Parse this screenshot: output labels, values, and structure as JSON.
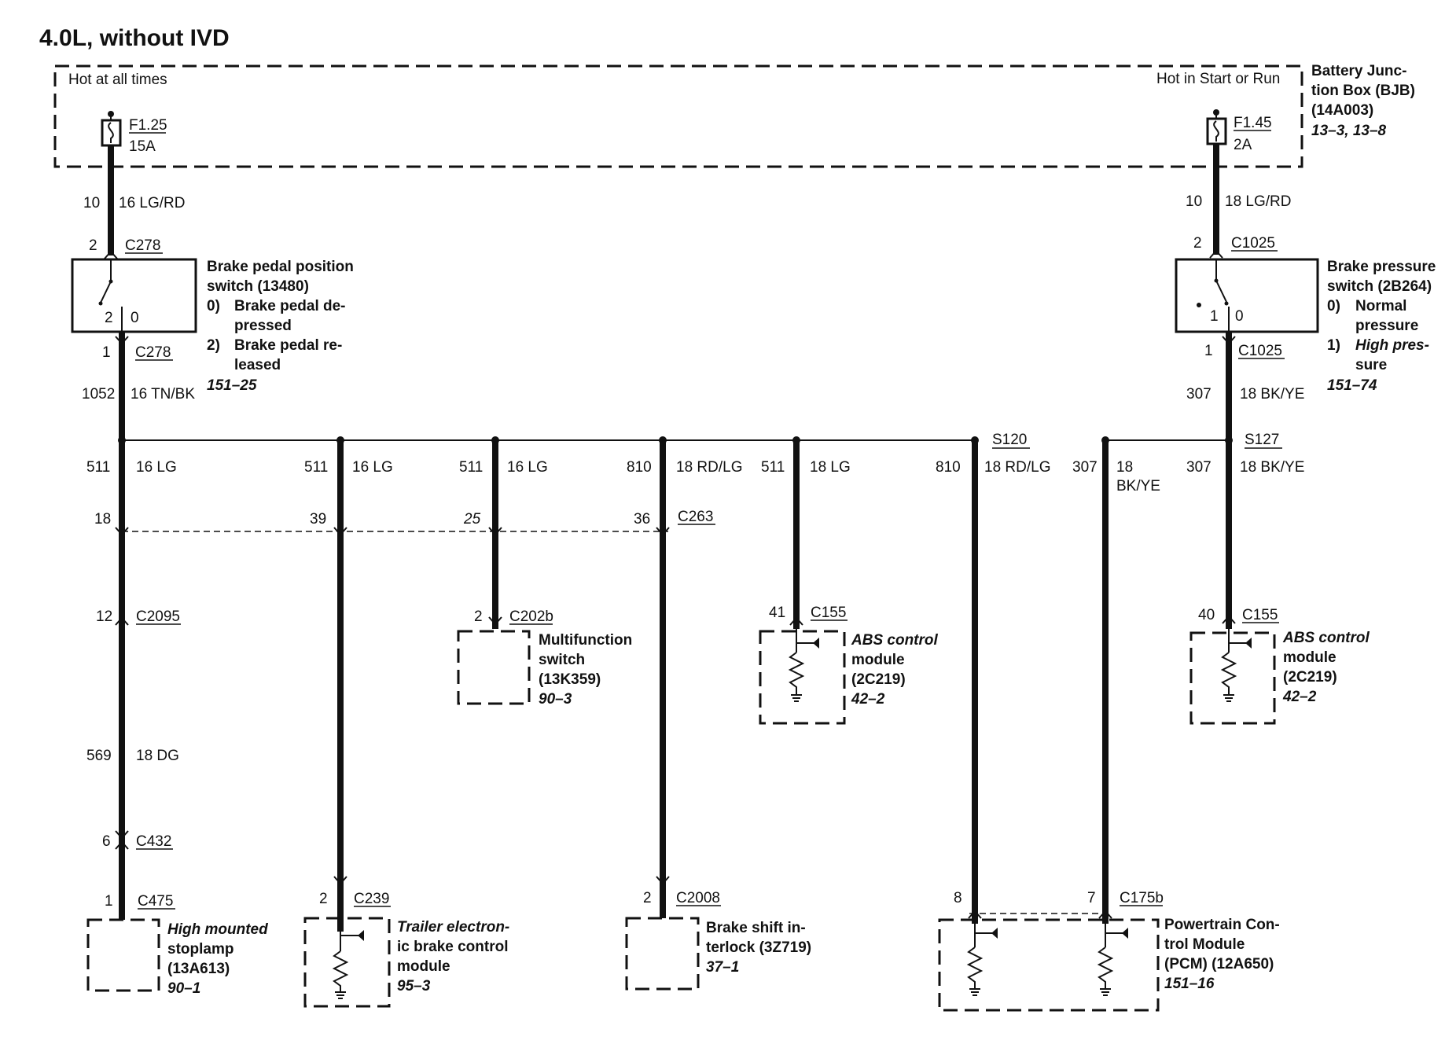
{
  "title": "4.0L, without IVD",
  "bjb": {
    "hot_left": "Hot at all times",
    "hot_right": "Hot in Start or Run",
    "fuse_left": {
      "id": "F1.25",
      "rating": "15A"
    },
    "fuse_right": {
      "id": "F1.45",
      "rating": "2A"
    },
    "name": [
      "Battery Junc-",
      "tion Box (BJB)",
      "(14A003)"
    ],
    "ref": "13–3, 13–8"
  },
  "left_feed": {
    "circuit": "10",
    "wire": "16 LG/RD",
    "pin": "2",
    "connector": "C278"
  },
  "right_feed": {
    "circuit": "10",
    "wire": "18 LG/RD",
    "pin": "2",
    "connector": "C1025"
  },
  "bpp_switch": {
    "pos_a": "2",
    "pos_b": "0",
    "name": [
      "Brake pedal position",
      "switch (13480)"
    ],
    "states": [
      {
        "num": "0)",
        "lines": [
          "Brake pedal de-",
          "pressed"
        ]
      },
      {
        "num": "2)",
        "lines": [
          "Brake pedal re-",
          "leased"
        ]
      }
    ],
    "ref": "151–25",
    "out_pin": "1",
    "out_connector": "C278",
    "out_circuit": "1052",
    "out_wire": "16 TN/BK"
  },
  "bp_switch": {
    "pos_a": "1",
    "pos_b": "0",
    "name": [
      "Brake pressure",
      "switch (2B264)"
    ],
    "states": [
      {
        "num": "0)",
        "lines": [
          "Normal",
          "pressure"
        ]
      },
      {
        "num": "1)",
        "lines": [
          "High pres-",
          "sure"
        ]
      }
    ],
    "ref": "151–74",
    "out_pin": "1",
    "out_connector": "C1025",
    "out_circuit": "307",
    "out_wire": "18 BK/YE"
  },
  "splices": {
    "s120": "S120",
    "s127": "S127"
  },
  "branches": {
    "hmsl": {
      "circuit": "511",
      "wire": "16 LG",
      "c263_pin": "18",
      "c2095_pin": "12",
      "c2095": "C2095",
      "circuit2": "569",
      "wire2": "18 DG",
      "c432_pin": "6",
      "c432": "C432"
    },
    "trailer": {
      "circuit": "511",
      "wire": "16 LG",
      "c263_pin": "39"
    },
    "mfs": {
      "circuit": "511",
      "wire": "16 LG",
      "c263_pin": "25"
    },
    "shift": {
      "circuit": "810",
      "wire": "18 RD/LG",
      "c263_pin": "36",
      "c263": "C263"
    },
    "abs1": {
      "circuit": "511",
      "wire": "18 LG"
    },
    "pcm8": {
      "circuit": "810",
      "wire": "18 RD/LG"
    },
    "pcm7": {
      "circuit": "307",
      "wire_a": "18",
      "wire_b": "BK/YE"
    },
    "abs2": {
      "circuit": "307",
      "wire": "18 BK/YE"
    }
  },
  "components": {
    "hmsl": {
      "pin": "1",
      "connector": "C475",
      "name": [
        "High mounted",
        "stoplamp",
        "(13A613)"
      ],
      "ref": "90–1"
    },
    "trailer": {
      "pin": "2",
      "connector": "C239",
      "name": [
        "Trailer electron-",
        "ic brake control",
        "module"
      ],
      "ref": "95–3"
    },
    "mfs": {
      "pin": "2",
      "connector": "C202b",
      "name": [
        "Multifunction",
        "switch",
        "(13K359)"
      ],
      "ref": "90–3"
    },
    "shift": {
      "pin": "2",
      "connector": "C2008",
      "name": [
        "Brake shift in-",
        "terlock (3Z719)"
      ],
      "ref": "37–1"
    },
    "abs1": {
      "pin": "41",
      "connector": "C155",
      "name": [
        "ABS control",
        "module",
        "(2C219)"
      ],
      "ref": "42–2"
    },
    "abs2": {
      "pin": "40",
      "connector": "C155",
      "name": [
        "ABS control",
        "module",
        "(2C219)"
      ],
      "ref": "42–2"
    },
    "pcm": {
      "pin_a": "8",
      "pin_b": "7",
      "connector": "C175b",
      "name": [
        "Powertrain Con-",
        "trol Module",
        "(PCM) (12A650)"
      ],
      "ref": "151–16"
    }
  }
}
